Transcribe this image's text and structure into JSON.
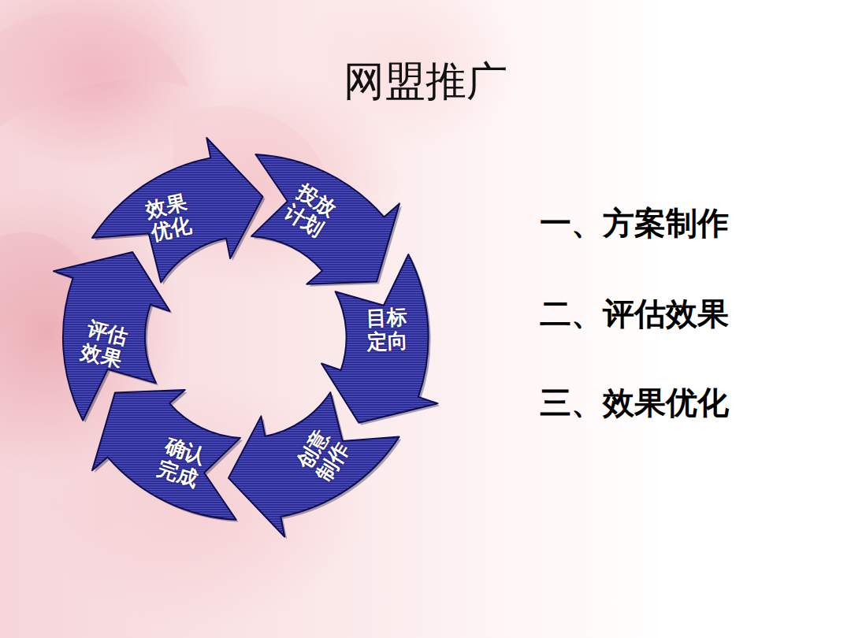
{
  "diagram": {
    "title": "网盟推广",
    "nodes": [
      {
        "text": [
          "效果优化"
        ]
      },
      {
        "text": [
          "投放计划"
        ]
      },
      {
        "text": [
          "目标定向"
        ]
      },
      {
        "text": [
          "创意制作"
        ]
      },
      {
        "text": [
          "确认完成"
        ]
      },
      {
        "text": [
          "评估效果"
        ]
      }
    ],
    "labels": [
      "一、方案制作",
      "二、评估效果",
      "三、效果优化"
    ]
  }
}
